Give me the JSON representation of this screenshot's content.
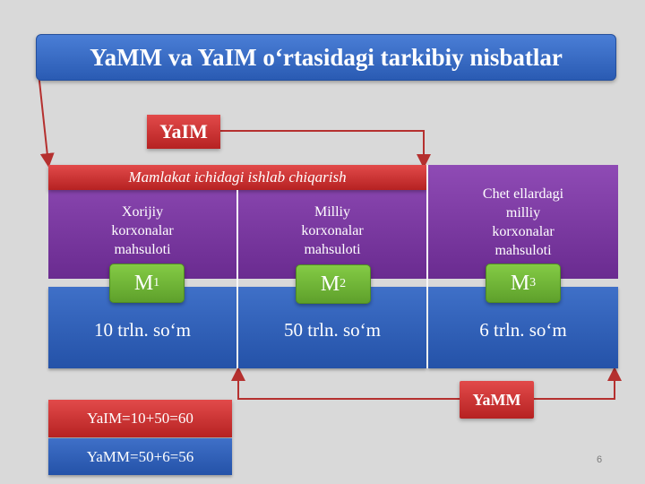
{
  "title": "YaMM va YaIM o‘rtasidagi tarkibiy nisbatlar",
  "yaim_label": "YaIM",
  "yamm_label": "YaMM",
  "domestic_production_label": "Mamlakat ichidagi ishlab chiqarish",
  "columns": [
    {
      "description": "Xorijiy korxonalar mahsuloti",
      "code": "M",
      "code_sub": "1",
      "value": "10 trln. so‘m"
    },
    {
      "description": "Milliy korxonalar mahsuloti",
      "code": "M",
      "code_sub": "2",
      "value": "50 trln. so‘m"
    },
    {
      "description": "Chet ellardagi milliy korxonalar mahsuloti",
      "code": "M",
      "code_sub": "3",
      "value": "6 trln. so‘m"
    }
  ],
  "formulas": {
    "yaim": "YaIM=10+50=60",
    "yamm": "YaMM=50+6=56"
  },
  "page_number": "6",
  "colors": {
    "title_blue": "#2f62bf",
    "red": "#c0302f",
    "purple": "#7b3aa3",
    "value_blue": "#2f5fb8",
    "green": "#6fb53a",
    "connector": "#b5302f"
  }
}
